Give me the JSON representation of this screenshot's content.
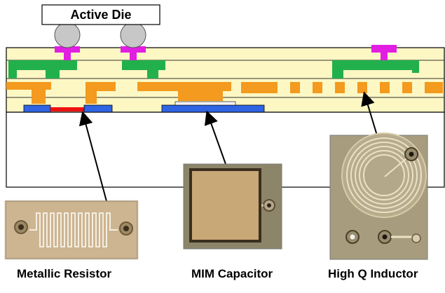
{
  "die": {
    "label": "Active Die"
  },
  "components": [
    {
      "id": "resistor",
      "caption": "Metallic Resistor"
    },
    {
      "id": "capacitor",
      "caption": "MIM Capacitor"
    },
    {
      "id": "inductor",
      "caption": "High Q Inductor"
    }
  ],
  "colors": {
    "substrate": "#fdf7c4",
    "green": "#22b04c",
    "orange": "#f39a1f",
    "magenta": "#e11ee1",
    "blue": "#2f64e3",
    "red": "#ee1111",
    "bump": "#c7c7c7",
    "resistor_photo": "#cdb591",
    "capacitor_photo": "#c9a877",
    "inductor_photo": "#a79d7e"
  }
}
